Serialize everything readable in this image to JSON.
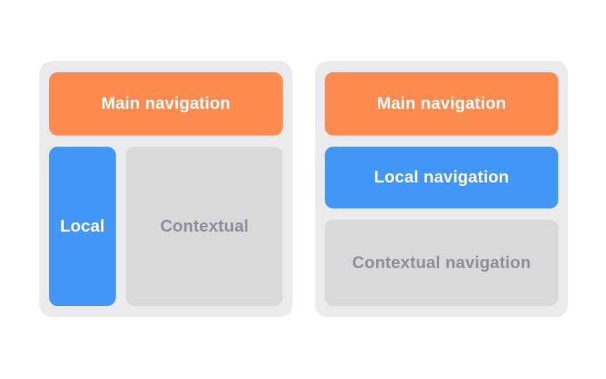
{
  "colors": {
    "page_background": "#FFFFFF",
    "panel_background": "#EBEBED",
    "main_navigation_fill": "#FD8A4E",
    "local_navigation_fill": "#4196F6",
    "contextual_navigation_fill": "#D9D9DB",
    "light_text": "#FFFFFF",
    "muted_text": "#8F8F94"
  },
  "panels": [
    {
      "variant": "side-by-side",
      "blocks": {
        "main": "Main navigation",
        "local": "Local",
        "contextual": "Contextual"
      }
    },
    {
      "variant": "stacked",
      "blocks": {
        "main": "Main navigation",
        "local": "Local navigation",
        "contextual": "Contextual navigation"
      }
    }
  ]
}
